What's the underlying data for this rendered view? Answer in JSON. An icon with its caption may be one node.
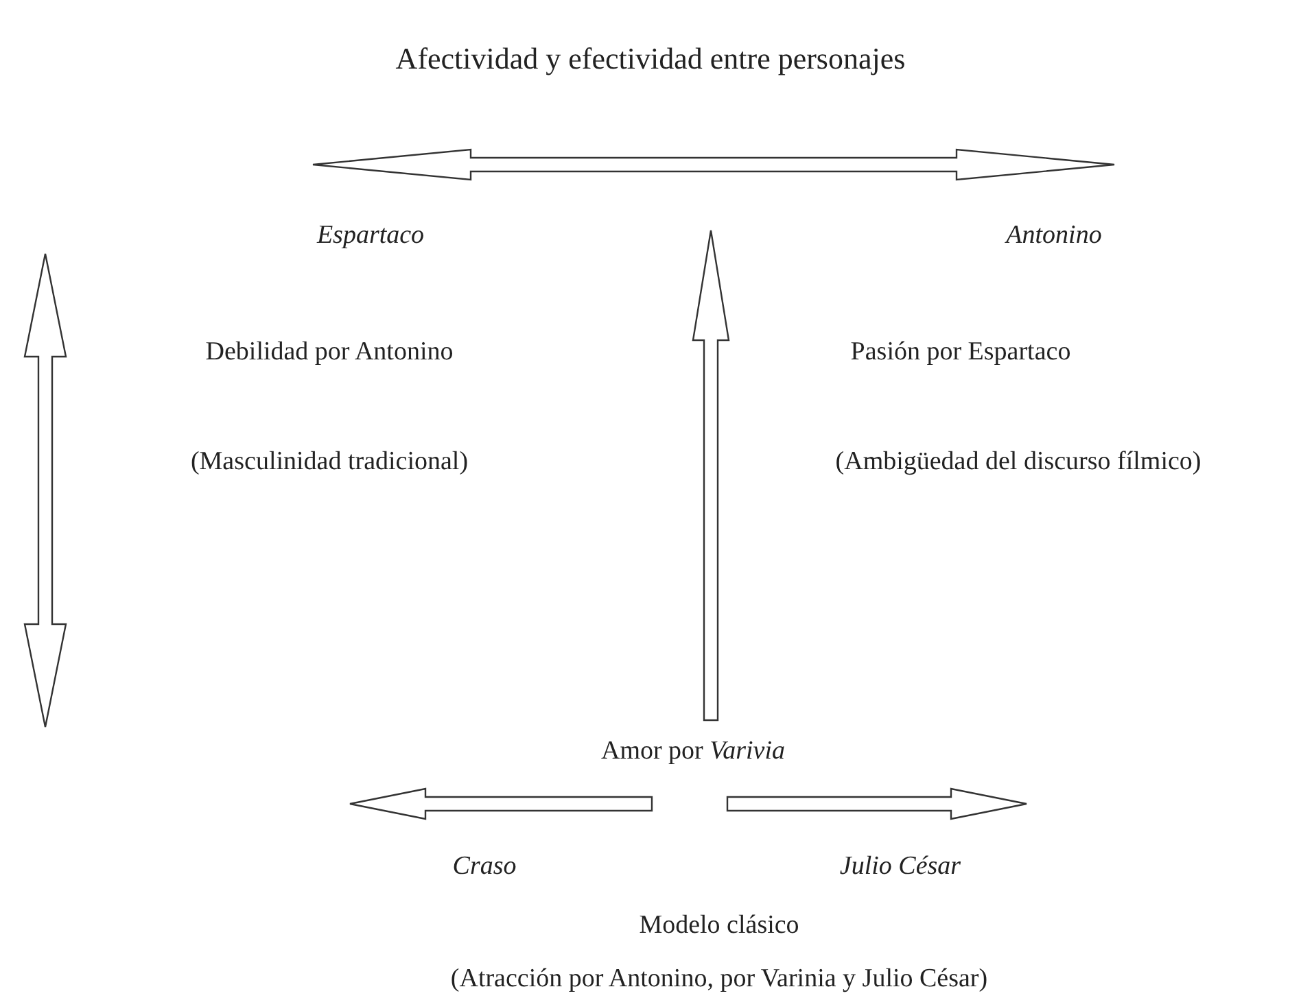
{
  "diagram": {
    "title": "Afectividad y efectividad entre personajes",
    "nodes": [
      {
        "text": [
          "Espartaco"
        ],
        "beside": [
          "Debilidad por Antonino",
          "(Masculinidad tradicional)"
        ]
      },
      {
        "text": [
          "Antonino"
        ],
        "beside": [
          "Pasión por Espartaco",
          "(Ambigüedad del discurso fílmico)"
        ]
      },
      {
        "text": [
          "Amor por *Varivia*"
        ]
      },
      {
        "text": [
          "Craso"
        ]
      },
      {
        "text": [
          "Julio César"
        ]
      }
    ],
    "edges": [
      {
        "from": 0,
        "to": 1,
        "arrow": "both"
      },
      {
        "from": 2,
        "to": null,
        "arrow": "to"
      },
      {
        "from": 2,
        "to": 3,
        "arrow": "to"
      },
      {
        "from": 2,
        "to": 4,
        "arrow": "to"
      }
    ],
    "labels": [
      "Modelo clásico",
      "(Atracción por Antonino, por Varinia y Julio César)"
    ]
  }
}
